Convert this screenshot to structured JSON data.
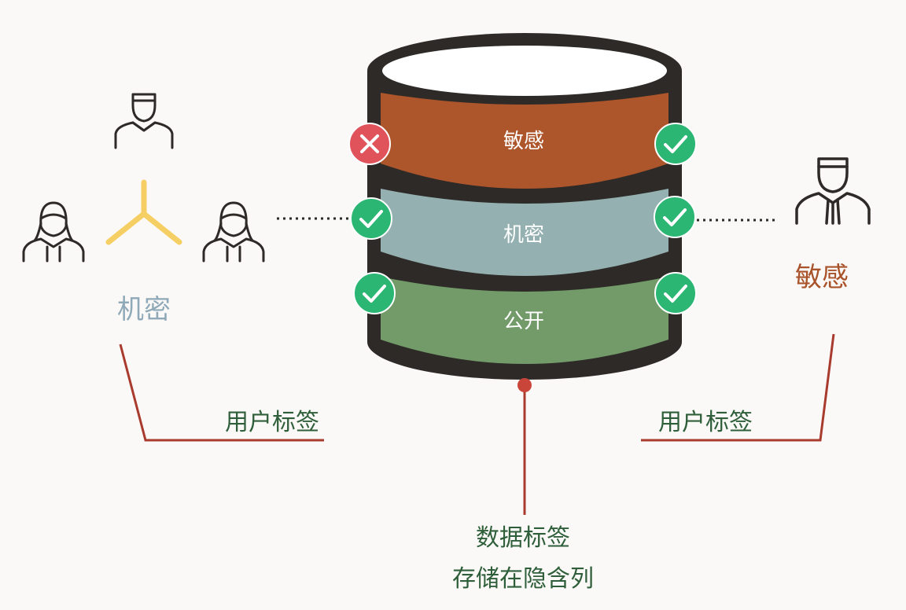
{
  "layers": {
    "sensitive": {
      "label": "敏感",
      "color": "#ad552b"
    },
    "secret": {
      "label": "机密",
      "color": "#94b0b0"
    },
    "public": {
      "label": "公开",
      "color": "#729b69"
    }
  },
  "left_group": {
    "clearance_label": "机密",
    "label_color": "#8fa9b8"
  },
  "right_user": {
    "clearance_label": "敏感",
    "label_color": "#a8532a"
  },
  "user_tag_label_left": "用户标签",
  "user_tag_label_right": "用户标签",
  "data_tag_line1": "数据标签",
  "data_tag_line2": "存储在隐含列",
  "colors": {
    "outline": "#2d2a27",
    "check": "#2bb673",
    "deny": "#e0535a",
    "leader_line": "#a83a2e",
    "green_text": "#2f5f3a",
    "yellow": "#f6cf64"
  },
  "icons": {
    "deny": "x-icon",
    "allow": "check-icon",
    "users": "person-icon"
  }
}
